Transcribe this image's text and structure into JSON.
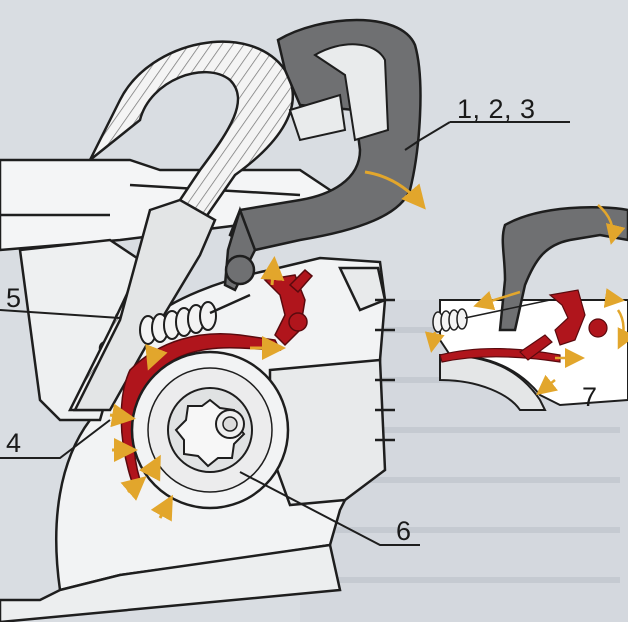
{
  "diagram": {
    "callouts": {
      "c123": "1, 2, 3",
      "c4": "4",
      "c5": "5",
      "c6": "6",
      "c7": "7"
    },
    "colors": {
      "background": "#d9dde2",
      "outline": "#1e1e1e",
      "housing": "#f2f3f4",
      "handle_guard": "#6f7072",
      "brake_band": "#b0151c",
      "arrows": "#e2a62c"
    },
    "icons": [
      "chainsaw-illustration",
      "chain-brake-band",
      "clutch-drum",
      "front-handle",
      "hand-guard",
      "spring",
      "arrow"
    ]
  }
}
